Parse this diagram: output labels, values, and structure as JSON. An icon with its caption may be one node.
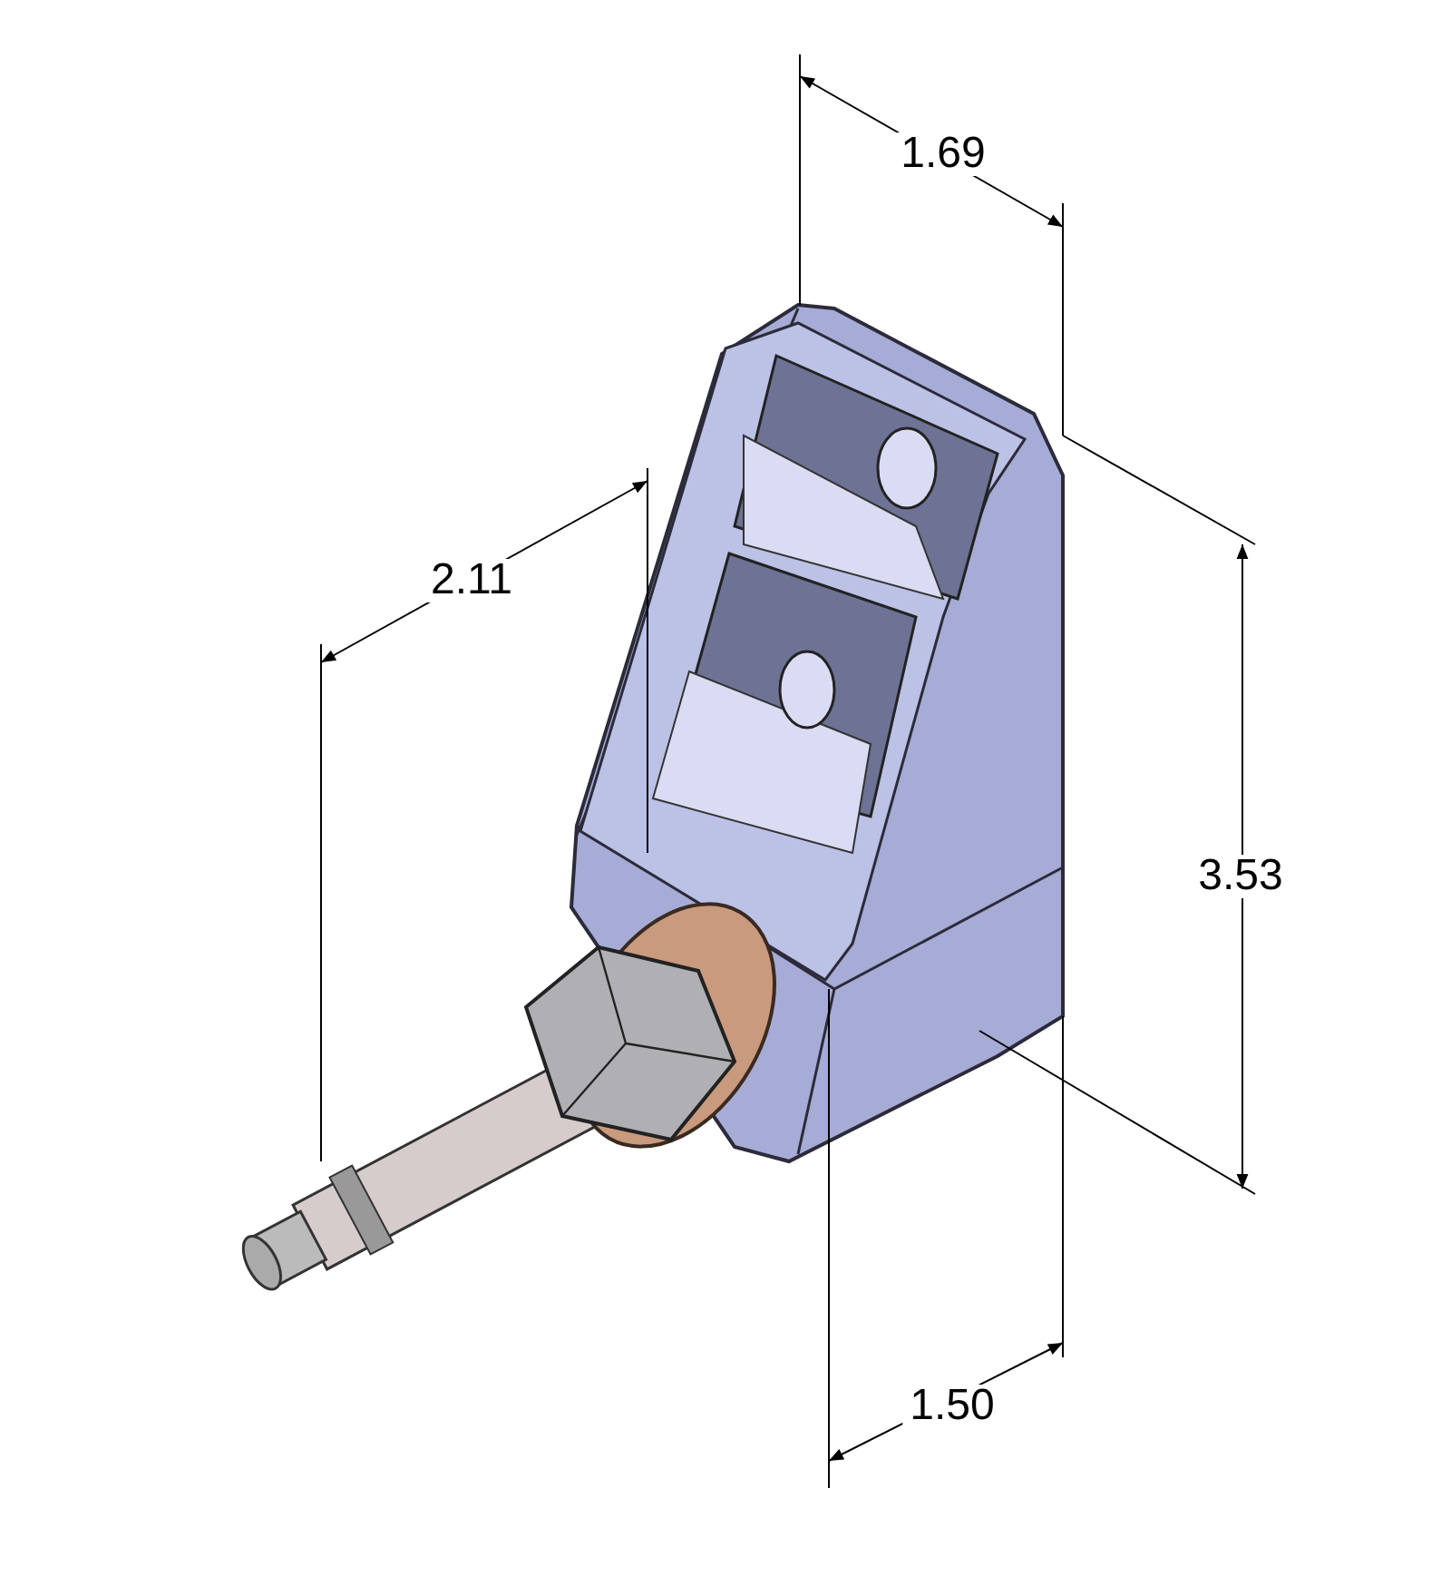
{
  "diagram": {
    "labels": [
      "1.69",
      "2.11",
      "3.53",
      "1.50"
    ]
  }
}
